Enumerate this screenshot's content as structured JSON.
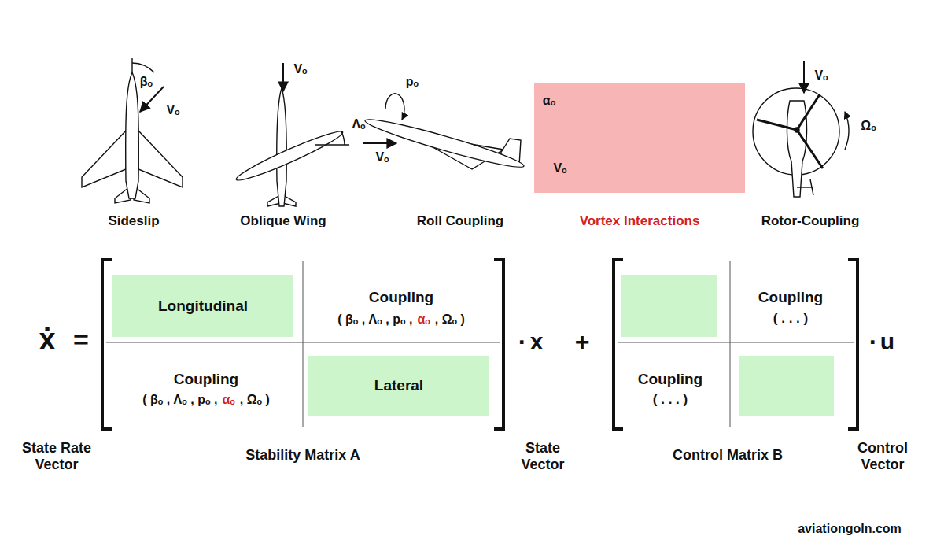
{
  "diagram": {
    "nodes": [
      {
        "text": [
          "Vortex Interactions"
        ]
      },
      {
        "text": [
          "Longitudinal"
        ]
      },
      {
        "text": [
          "Lateral"
        ]
      }
    ],
    "labels": [
      "βₒ",
      "Vₒ",
      "Sideslip",
      "Vₒ",
      "Λₒ",
      "Oblique Wing",
      "pₒ",
      "Vₒ",
      "Roll Coupling",
      "αₒ",
      "Vₒ",
      "Vₒ",
      "Ωₒ",
      "Rotor-Coupling",
      "ẋ",
      "=",
      "Coupling",
      "( βₒ , Λₒ , pₒ ,",
      "αₒ",
      ", Ωₒ )",
      "Coupling",
      "( βₒ , Λₒ , pₒ ,",
      "αₒ",
      ", Ωₒ )",
      "·",
      "x",
      "+",
      "Coupling",
      "( . . . )",
      "Coupling",
      "( . . . )",
      "·",
      "u",
      "State Rate Vector",
      "Stability Matrix A",
      "State Vector",
      "Control Matrix B",
      "Control Vector",
      "aviationgoln.com"
    ]
  }
}
